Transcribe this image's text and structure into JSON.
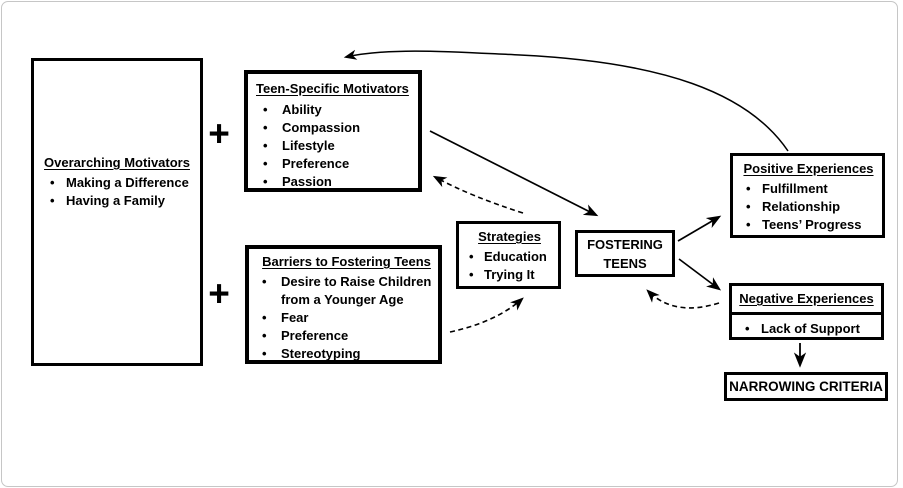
{
  "boxes": {
    "overarching": {
      "title": "Overarching Motivators",
      "bullets": [
        "Making a Difference",
        "Having a Family"
      ]
    },
    "teen_specific": {
      "title": "Teen-Specific Motivators",
      "bullets": [
        "Ability",
        "Compassion",
        "Lifestyle",
        "Preference",
        "Passion"
      ]
    },
    "barriers": {
      "title": "Barriers to Fostering Teens",
      "bullets": [
        "Desire to Raise Children from a Younger Age",
        "Fear",
        "Preference",
        "Stereotyping"
      ]
    },
    "strategies": {
      "title": "Strategies",
      "bullets": [
        "Education",
        "Trying It"
      ]
    },
    "fostering": {
      "line1": "FOSTERING",
      "line2": "TEENS"
    },
    "positive": {
      "title": "Positive Experiences",
      "bullets": [
        "Fulfillment",
        "Relationship",
        "Teens’ Progress"
      ]
    },
    "negative": {
      "title": "Negative Experiences",
      "bullets": [
        "Lack of Support"
      ]
    },
    "narrowing": {
      "label": "NARROWING CRITERIA"
    }
  },
  "operators": {
    "plus": "+"
  },
  "edges": [
    {
      "from": "positive-experiences",
      "to": "teen-specific-motivators",
      "style": "solid-curved"
    },
    {
      "from": "teen-specific-motivators",
      "to": "fostering-teens",
      "style": "solid"
    },
    {
      "from": "strategies",
      "to": "teen-specific-motivators",
      "style": "dashed"
    },
    {
      "from": "barriers-to-fostering-teens",
      "to": "strategies",
      "style": "dashed"
    },
    {
      "from": "fostering-teens",
      "to": "positive-experiences",
      "style": "solid"
    },
    {
      "from": "fostering-teens",
      "to": "negative-experiences",
      "style": "solid"
    },
    {
      "from": "negative-experiences",
      "to": "fostering-teens",
      "style": "dashed"
    },
    {
      "from": "negative-experiences",
      "to": "narrowing-criteria",
      "style": "solid"
    }
  ],
  "colors": {
    "ink": "#000000",
    "background": "#ffffff",
    "page_border": "#c6c6c6"
  }
}
